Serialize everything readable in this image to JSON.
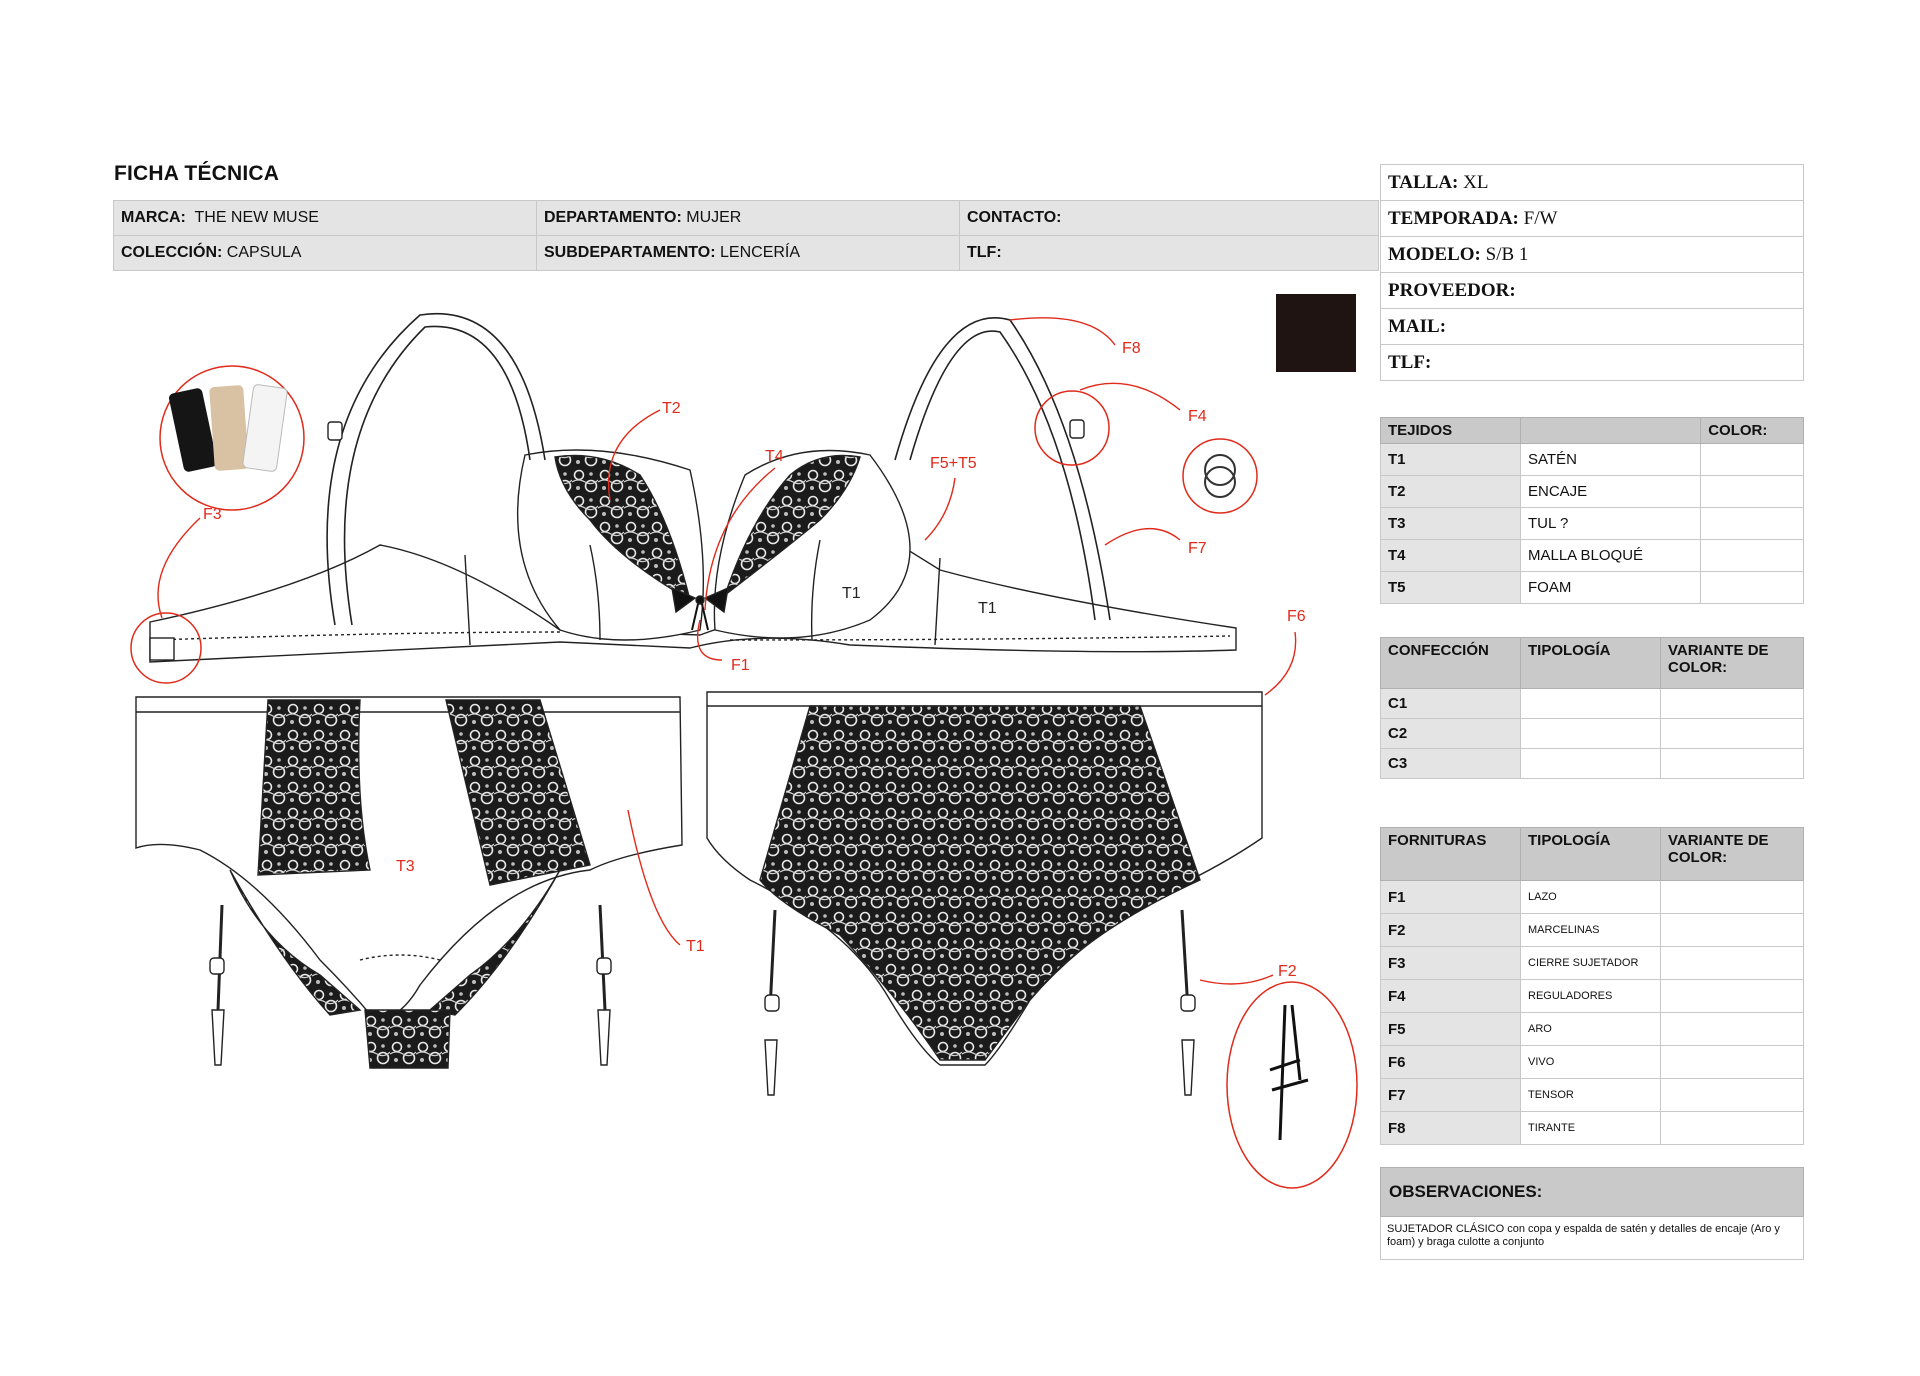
{
  "document": {
    "title": "FICHA TÉCNICA"
  },
  "header": {
    "marca_label": "MARCA:",
    "marca_value": "THE NEW MUSE",
    "departamento_label": "DEPARTAMENTO:",
    "departamento_value": "MUJER",
    "contacto_label": "CONTACTO:",
    "coleccion_label": "COLECCIÓN:",
    "coleccion_value": "CAPSULA",
    "subdepartamento_label": "SUBDEPARTAMENTO:",
    "subdepartamento_value": "LENCERÍA",
    "tlf_label": "TLF:"
  },
  "spec": {
    "talla_label": "TALLA:",
    "talla_value": "XL",
    "temporada_label": "TEMPORADA:",
    "temporada_value": "F/W",
    "modelo_label": "MODELO:",
    "modelo_value": "S/B 1",
    "proveedor_label": "PROVEEDOR:",
    "mail_label": "MAIL:",
    "tlf_label": "TLF:"
  },
  "swatch_color": "#1f1411",
  "accent_color": "#e02a1a",
  "tejidos": {
    "header": [
      "TEJIDOS",
      "",
      "COLOR:"
    ],
    "rows": [
      {
        "code": "T1",
        "name": "SATÉN"
      },
      {
        "code": "T2",
        "name": "ENCAJE"
      },
      {
        "code": "T3",
        "name": "TUL ?"
      },
      {
        "code": "T4",
        "name": "MALLA BLOQUÉ"
      },
      {
        "code": "T5",
        "name": "FOAM"
      }
    ]
  },
  "confeccion": {
    "header": [
      "CONFECCIÓN",
      "TIPOLOGÍA",
      "VARIANTE DE COLOR:"
    ],
    "rows": [
      {
        "code": "C1"
      },
      {
        "code": "C2"
      },
      {
        "code": "C3"
      }
    ]
  },
  "fornituras": {
    "header": [
      "FORNITURAS",
      "TIPOLOGÍA",
      "VARIANTE DE COLOR:"
    ],
    "rows": [
      {
        "code": "F1",
        "name": "LAZO"
      },
      {
        "code": "F2",
        "name": "MARCELINAS"
      },
      {
        "code": "F3",
        "name": "CIERRE SUJETADOR"
      },
      {
        "code": "F4",
        "name": "REGULADORES"
      },
      {
        "code": "F5",
        "name": "ARO"
      },
      {
        "code": "F6",
        "name": "VIVO"
      },
      {
        "code": "F7",
        "name": "TENSOR"
      },
      {
        "code": "F8",
        "name": "TIRANTE"
      }
    ]
  },
  "observaciones": {
    "title": "OBSERVACIONES:",
    "text": "SUJETADOR CLÁSICO con copa y espalda de satén y detalles de encaje (Aro y foam) y braga culotte a conjunto"
  },
  "annotations": {
    "t2": "T2",
    "t4": "T4",
    "f5t5": "F5+T5",
    "f8": "F8",
    "f4": "F4",
    "f3": "F3",
    "f7": "F7",
    "t1a": "T1",
    "t1b": "T1",
    "f1": "F1",
    "f6": "F6",
    "t3": "T3",
    "t1c": "T1",
    "f2": "F2"
  }
}
